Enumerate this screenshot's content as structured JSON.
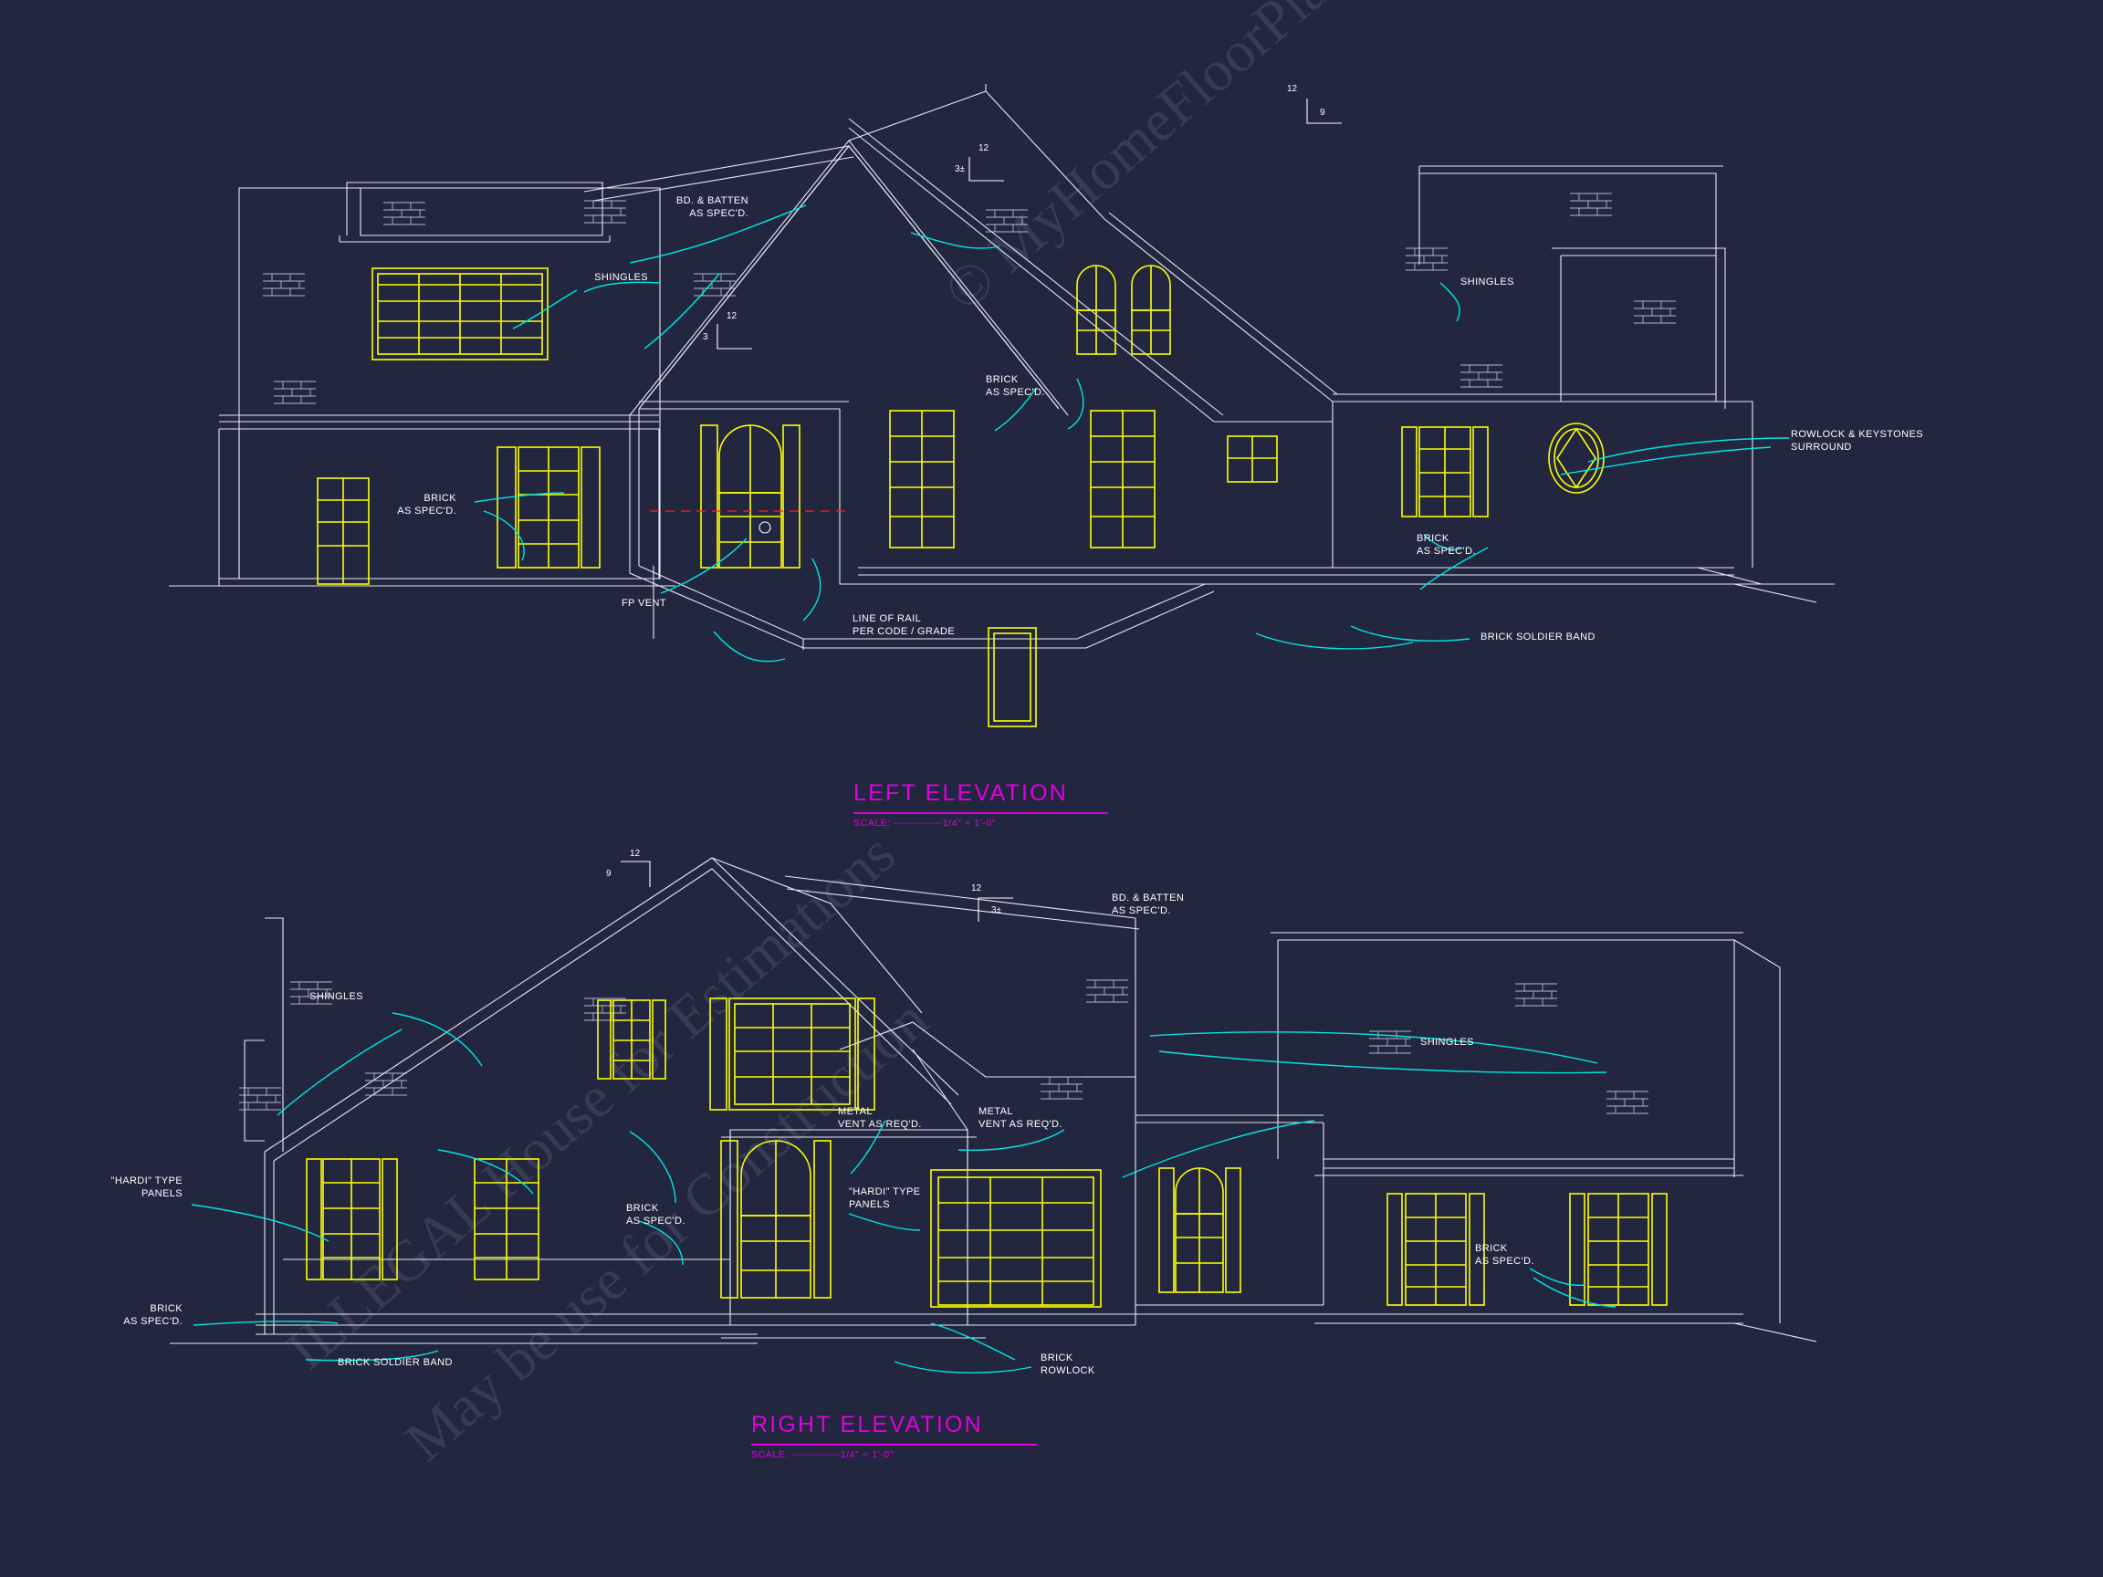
{
  "sheet": {
    "background_color": "#22263f",
    "line_color": "#ffffff",
    "window_color": "#ffff00",
    "leader_color": "#00e5e5",
    "title_color": "#e000e0"
  },
  "watermarks": [
    "© MyHomeFloorPlans.com",
    "ILLEGAL House for Estimations",
    "May be use for Construction"
  ],
  "elevations": [
    {
      "id": "left-elevation",
      "title": "LEFT ELEVATION",
      "scale": "SCALE: -------------1/4\" = 1'-0\"",
      "pitches": [
        {
          "rise": "12",
          "run": "9"
        },
        {
          "rise": "12",
          "run": "3±"
        },
        {
          "rise": "12",
          "run": "3"
        }
      ],
      "annotations": [
        {
          "name": "bd-batten",
          "text": "BD. & BATTEN\nAS SPEC'D."
        },
        {
          "name": "shingles-left",
          "text": "SHINGLES"
        },
        {
          "name": "shingles-right",
          "text": "SHINGLES"
        },
        {
          "name": "brick-upper",
          "text": "BRICK\nAS SPEC'D."
        },
        {
          "name": "brick-lower-left",
          "text": "BRICK\nAS SPEC'D."
        },
        {
          "name": "brick-right",
          "text": "BRICK\nAS SPEC'D."
        },
        {
          "name": "rowlock-keystones",
          "text": "ROWLOCK & KEYSTONES\nSURROUND"
        },
        {
          "name": "fp-vent",
          "text": "FP VENT"
        },
        {
          "name": "line-of-rail",
          "text": "LINE OF RAIL\nPER CODE / GRADE"
        },
        {
          "name": "brick-soldier-band",
          "text": "BRICK SOLDIER BAND"
        }
      ]
    },
    {
      "id": "right-elevation",
      "title": "RIGHT ELEVATION",
      "scale": "SCALE: -------------1/4\" = 1'-0\"",
      "pitches": [
        {
          "rise": "12",
          "run": "9"
        },
        {
          "rise": "12",
          "run": "3±"
        }
      ],
      "annotations": [
        {
          "name": "shingles-left",
          "text": "SHINGLES"
        },
        {
          "name": "shingles-right",
          "text": "SHINGLES"
        },
        {
          "name": "bd-batten",
          "text": "BD. & BATTEN\nAS SPEC'D."
        },
        {
          "name": "metal-vent-1",
          "text": "METAL\nVENT AS REQ'D."
        },
        {
          "name": "metal-vent-2",
          "text": "METAL\nVENT AS REQ'D."
        },
        {
          "name": "hardi-panels-left",
          "text": "\"HARDI\" TYPE\nPANELS"
        },
        {
          "name": "hardi-panels-center",
          "text": "\"HARDI\" TYPE\nPANELS"
        },
        {
          "name": "brick-left",
          "text": "BRICK\nAS SPEC'D."
        },
        {
          "name": "brick-center",
          "text": "BRICK\nAS SPEC'D."
        },
        {
          "name": "brick-right",
          "text": "BRICK\nAS SPEC'D."
        },
        {
          "name": "brick-soldier-band",
          "text": "BRICK SOLDIER BAND"
        },
        {
          "name": "brick-rowlock",
          "text": "BRICK\nROWLOCK"
        }
      ]
    }
  ]
}
